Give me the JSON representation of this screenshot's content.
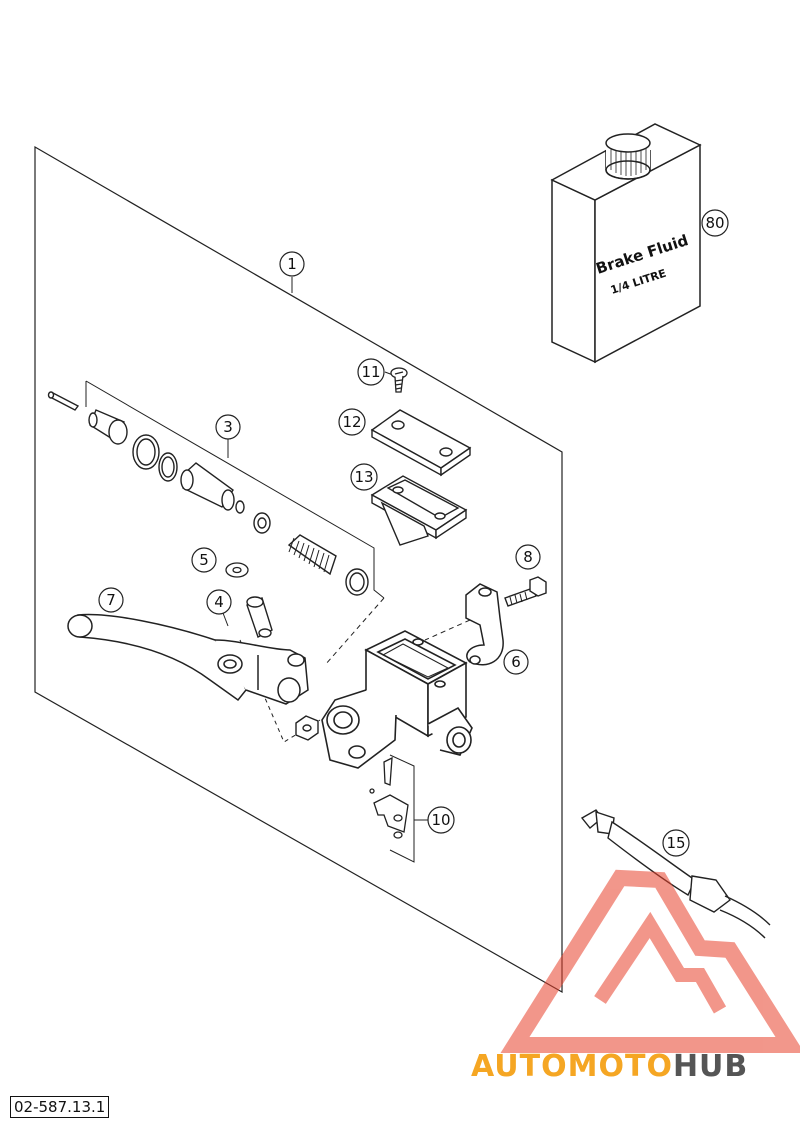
{
  "callouts": [
    {
      "id": "callout-1",
      "label": "1"
    },
    {
      "id": "callout-3",
      "label": "3"
    },
    {
      "id": "callout-4",
      "label": "4"
    },
    {
      "id": "callout-5",
      "label": "5"
    },
    {
      "id": "callout-6",
      "label": "6"
    },
    {
      "id": "callout-7",
      "label": "7"
    },
    {
      "id": "callout-8",
      "label": "8"
    },
    {
      "id": "callout-10",
      "label": "10"
    },
    {
      "id": "callout-11",
      "label": "11"
    },
    {
      "id": "callout-12",
      "label": "12"
    },
    {
      "id": "callout-13",
      "label": "13"
    },
    {
      "id": "callout-15",
      "label": "15"
    },
    {
      "id": "callout-80",
      "label": "80"
    }
  ],
  "brake_fluid": {
    "line1": "Brake Fluid",
    "line2": "1/4 LITRE"
  },
  "watermark": {
    "part1": "AUTOMOTO",
    "part2": "HUB",
    "color1": "#f5a623",
    "color2": "#555555",
    "logo_color": "#e8412c"
  },
  "reference_number": "02-587.13.1"
}
